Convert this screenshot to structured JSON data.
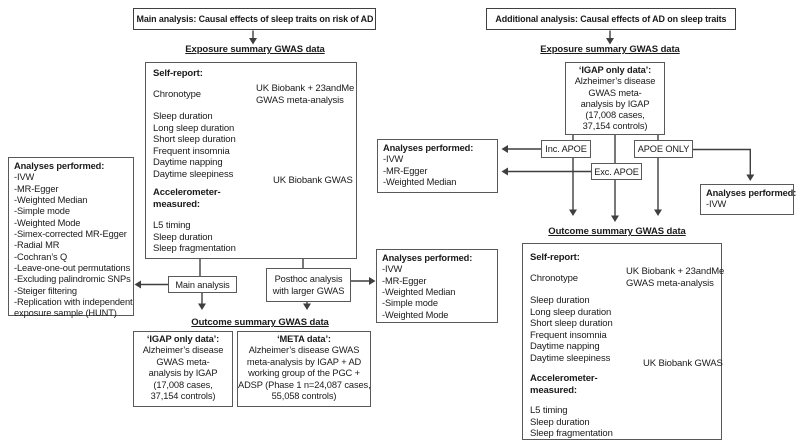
{
  "colors": {
    "background": "#ffffff",
    "text": "#1a1a1a",
    "box_border": "#595959",
    "arrow": "#3f3f3f"
  },
  "left_flow": {
    "title": "Main analysis: Causal effects of sleep traits on risk of AD",
    "exposure_heading": "Exposure summary GWAS data",
    "outcome_heading": "Outcome summary GWAS data",
    "main_analysis_label": "Main analysis",
    "posthoc_label_lines": [
      "Posthoc analysis",
      "with larger GWAS"
    ]
  },
  "right_flow": {
    "title": "Additional analysis: Causal effects of AD on sleep traits",
    "exposure_heading": "Exposure summary GWAS data",
    "outcome_heading": "Outcome summary GWAS data",
    "inc_apoe_label": "Inc. APOE",
    "exc_apoe_label": "Exc. APOE",
    "apoe_only_label": "APOE ONLY"
  },
  "sleep_traits_panel": {
    "self_report_label": "Self-report:",
    "chronotype_label": "Chronotype",
    "chronotype_source_lines": [
      "UK Biobank + 23andMe",
      "GWAS meta-analysis"
    ],
    "self_report_traits": [
      "Sleep duration",
      "Long sleep duration",
      "Short sleep duration",
      "Frequent insomnia",
      "Daytime napping",
      "Daytime sleepiness"
    ],
    "accelerometer_label_lines": [
      "Accelerometer-",
      "measured:"
    ],
    "accelerometer_traits": [
      "L5 timing",
      "Sleep duration",
      "Sleep fragmentation"
    ],
    "traits_source": "UK Biobank GWAS"
  },
  "igap_only_box": {
    "lines": [
      "‘IGAP only data’:",
      "Alzheimer’s disease",
      "GWAS meta-",
      "analysis by IGAP",
      "(17,008 cases,",
      "37,154 controls)"
    ]
  },
  "meta_box": {
    "lines": [
      "‘META data’:",
      "Alzheimer’s disease GWAS",
      "meta-analysis by IGAP + AD",
      "working group of the PGC +",
      "ADSP (Phase 1 n=24,087 cases,",
      "55,058 controls)"
    ]
  },
  "analyses_main": {
    "heading": "Analyses performed:",
    "items": [
      "-IVW",
      "-MR-Egger",
      "-Weighted Median",
      "-Simple mode",
      "-Weighted Mode",
      "-Simex-corrected MR-Egger",
      "-Radial MR",
      "-Cochran’s Q",
      "-Leave-one-out permutations",
      "-Excluding palindromic SNPs",
      "-Steiger filtering",
      "-Replication with independent",
      "exposure sample (HUNT)"
    ]
  },
  "analyses_posthoc": {
    "heading": "Analyses performed:",
    "items": [
      "-IVW",
      "-MR-Egger",
      "-Weighted Median",
      "-Simple mode",
      "-Weighted Mode"
    ]
  },
  "analyses_apoe_incexc": {
    "heading": "Analyses performed:",
    "items": [
      "-IVW",
      "-MR-Egger",
      "-Weighted Median"
    ]
  },
  "analyses_apoe_only": {
    "heading": "Analyses performed:",
    "items": [
      "-IVW"
    ]
  }
}
